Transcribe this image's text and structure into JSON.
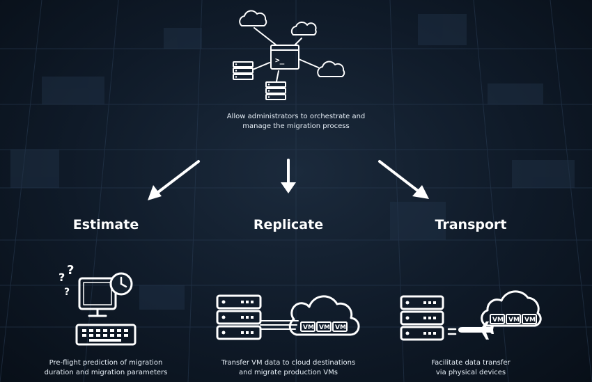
{
  "top": {
    "caption_line1": "Allow administrators to orchestrate and",
    "caption_line2": "manage the migration process",
    "terminal_prompt": ">_"
  },
  "sections": [
    {
      "title": "Estimate",
      "caption_line1": "Pre-flight prediction of migration",
      "caption_line2": "duration and migration parameters"
    },
    {
      "title": "Replicate",
      "caption_line1": "Transfer VM data to cloud destinations",
      "caption_line2": "and migrate production VMs"
    },
    {
      "title": "Transport",
      "caption_line1": "Facilitate data transfer",
      "caption_line2": "via physical devices"
    }
  ],
  "vm_label": "VM",
  "colors": {
    "foreground": "#ffffff",
    "background": "#0f1a28",
    "grid": "#2a3d55"
  },
  "icons": [
    "cloud-icon",
    "terminal-window-icon",
    "server-rack-icon",
    "computer-icon",
    "clock-icon",
    "question-mark-icon",
    "airplane-icon",
    "arrow-icon"
  ]
}
